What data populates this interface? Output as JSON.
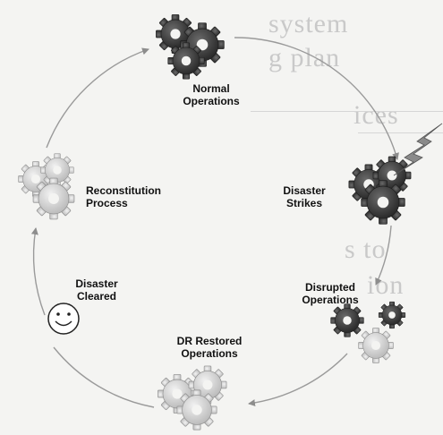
{
  "background_text": {
    "top_right_1": "system",
    "top_right_2": "g plan",
    "mid_right": "ices",
    "lower_right_1": "s to",
    "lower_right_2": "ion"
  },
  "labels": {
    "normal": "Normal\nOperations",
    "strikes": "Disaster\nStrikes",
    "disrupted": "Disrupted\nOperations",
    "restored": "DR Restored\nOperations",
    "reconstitution": "Reconstitution\nProcess",
    "cleared": "Disaster\nCleared"
  },
  "icons": {
    "normal": "dark-gear-cluster-icon",
    "strikes": "dark-gear-cluster-icon",
    "lightning": "lightning-bolt-icon",
    "disrupted": "mixed-gear-cluster-icon",
    "restored": "light-gear-cluster-icon",
    "reconstitution": "light-gear-cluster-icon",
    "cleared": "smiley-face-icon"
  },
  "colors": {
    "dark_gear": "#3a3a3a",
    "light_gear": "#d2d2d2",
    "cycle_line": "#9a9a9a"
  }
}
